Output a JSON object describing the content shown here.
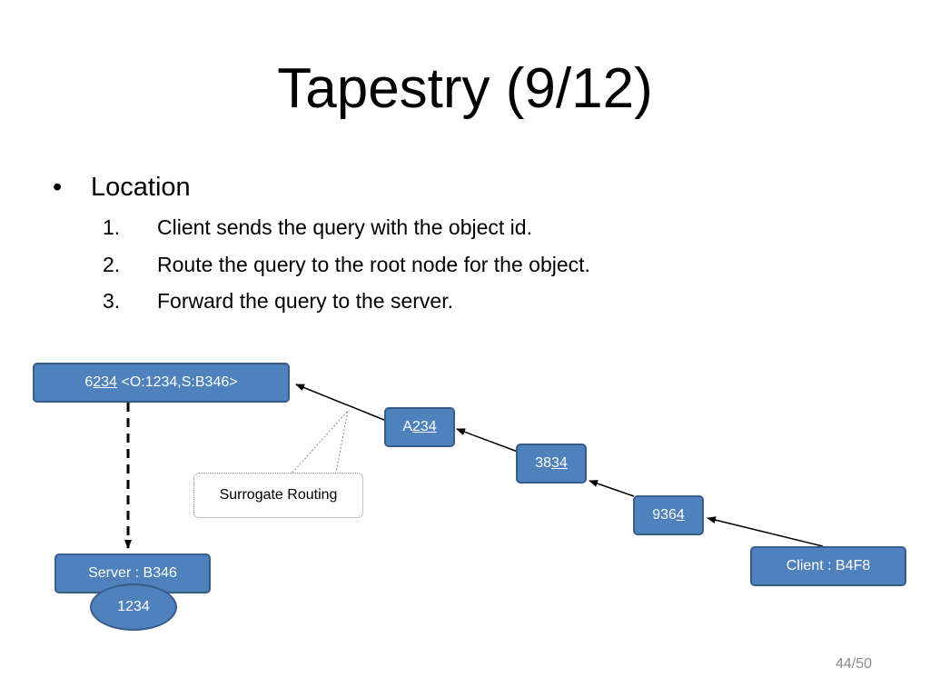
{
  "slide": {
    "title": "Tapestry (9/12)",
    "bullet": "Location",
    "steps": [
      {
        "num": "1.",
        "text": "Client sends the query with the object id."
      },
      {
        "num": "2.",
        "text": "Route the query to the root node for the object."
      },
      {
        "num": "3.",
        "text": "Forward the query to the server."
      }
    ],
    "page_number": "44/50"
  },
  "diagram": {
    "root_node": {
      "prefix": "6",
      "underlined": "234",
      "suffix": " <O:1234,S:B346>"
    },
    "hop_a": {
      "prefix": "A",
      "underlined": "234",
      "suffix": ""
    },
    "hop_b": {
      "prefix": "38",
      "underlined": "34",
      "suffix": ""
    },
    "hop_c": {
      "prefix": "936",
      "underlined": "4",
      "suffix": ""
    },
    "client": "Client : B4F8",
    "server": "Server : B346",
    "object": "1234",
    "callout": "Surrogate Routing"
  },
  "colors": {
    "node_fill": "#4f81bd",
    "node_border": "#385d8a"
  }
}
